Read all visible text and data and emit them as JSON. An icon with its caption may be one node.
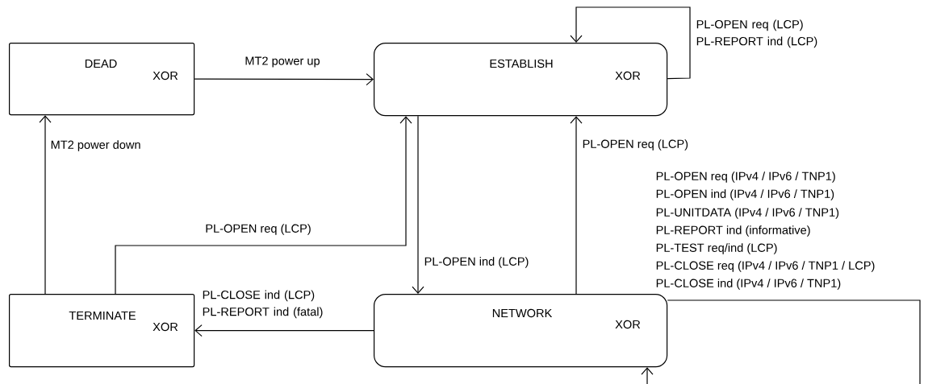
{
  "diagram": {
    "nodes": [
      {
        "text": [
          "DEAD",
          "XOR"
        ]
      },
      {
        "text": [
          "ESTABLISH",
          "XOR"
        ]
      },
      {
        "text": [
          "TERMINATE",
          "XOR"
        ]
      },
      {
        "text": [
          "NETWORK",
          "XOR"
        ]
      }
    ],
    "edges": [
      {
        "from": 0,
        "to": 1,
        "arrow": "to",
        "label": "MT2 power up"
      },
      {
        "from": 1,
        "to": 1,
        "arrow": "to",
        "label": "PL-OPEN req (LCP) PL-REPORT ind (LCP)"
      },
      {
        "from": 2,
        "to": 0,
        "arrow": "to",
        "label": "MT2 power down"
      },
      {
        "from": 2,
        "to": 1,
        "arrow": "to",
        "label": "PL-OPEN req (LCP)"
      },
      {
        "from": 1,
        "to": 3,
        "arrow": "to",
        "label": "PL-OPEN ind (LCP)"
      },
      {
        "from": 3,
        "to": 1,
        "arrow": "to",
        "label": "PL-OPEN req (LCP)"
      },
      {
        "from": 3,
        "to": 2,
        "arrow": "to",
        "label": "PL-CLOSE ind (LCP) PL-REPORT ind (fatal)"
      },
      {
        "from": 3,
        "to": 3,
        "arrow": "to"
      }
    ],
    "labels": [
      "PL-OPEN req (IPv4 / IPv6 / TNP1)",
      "PL-OPEN ind (IPv4 / IPv6 / TNP1)",
      "PL-UNITDATA (IPv4 / IPv6 / TNP1)",
      "PL-REPORT ind (informative)",
      "PL-TEST req/ind (LCP)",
      "PL-CLOSE req (IPv4 / IPv6 / TNP1 / LCP)",
      "PL-CLOSE ind (IPv4 / IPv6 / TNP1)"
    ]
  }
}
